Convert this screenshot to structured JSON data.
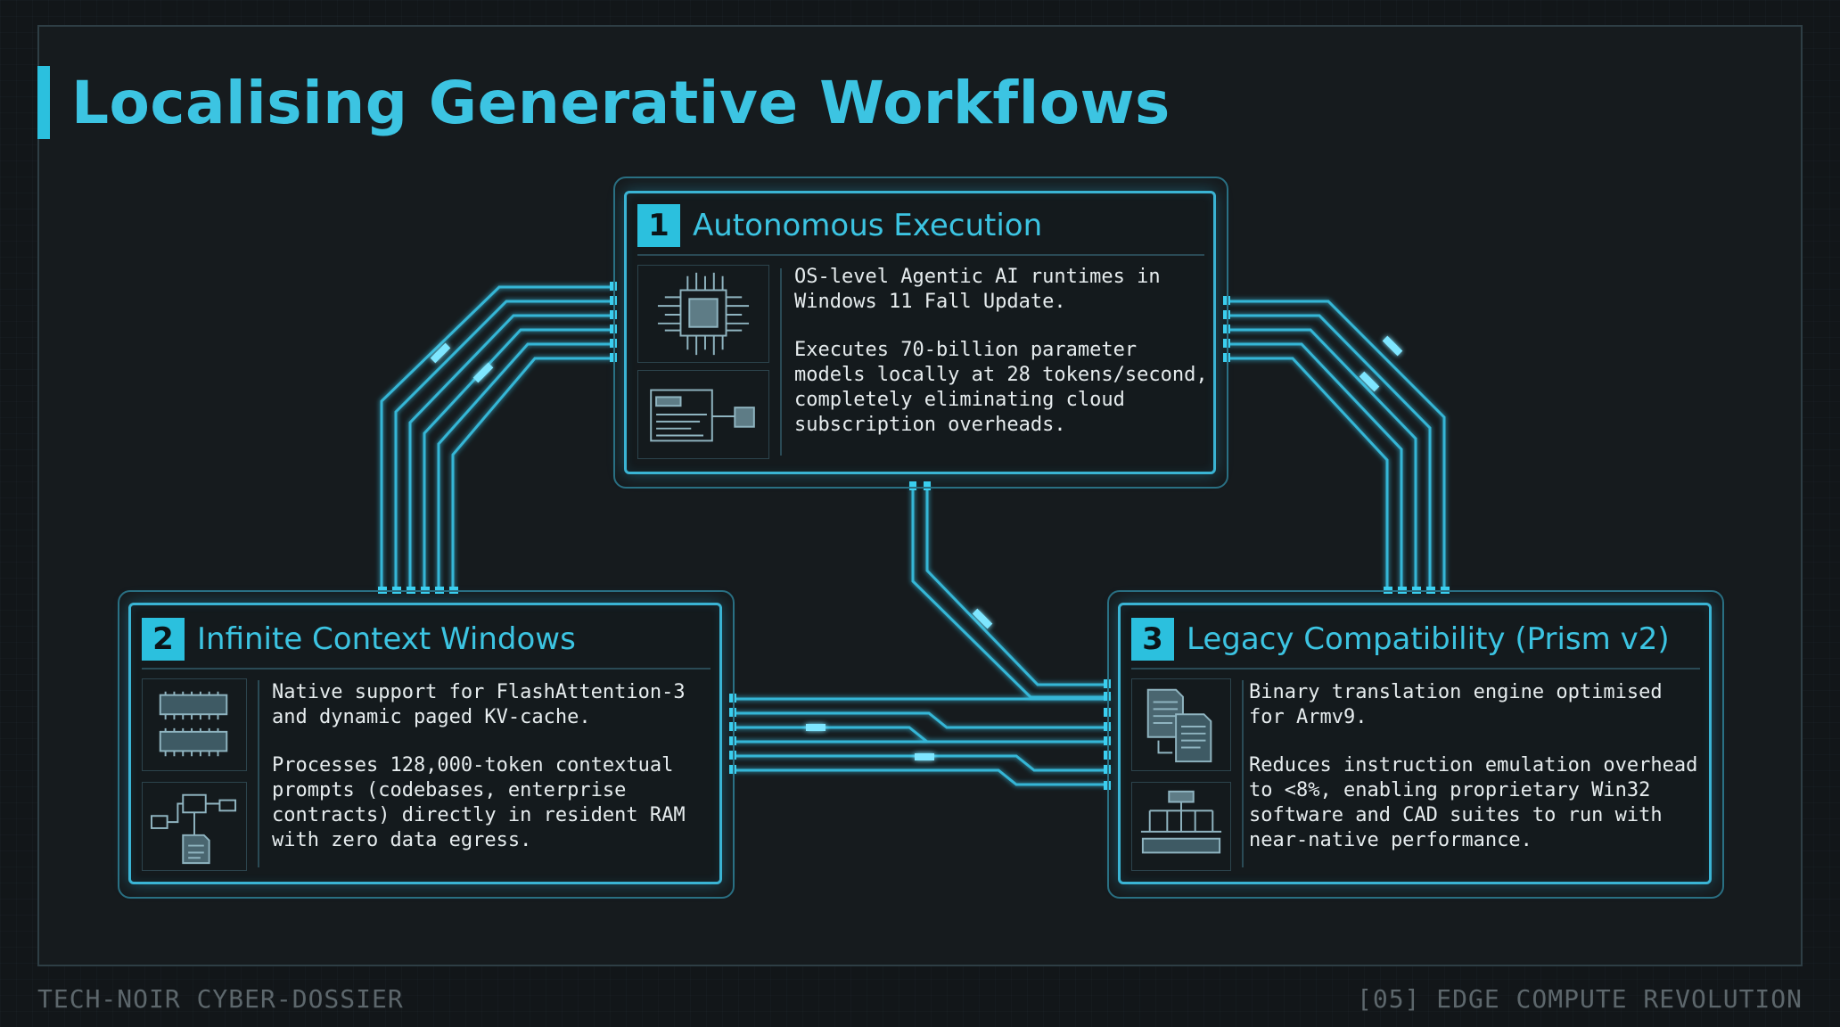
{
  "title": "Localising Generative Workflows",
  "footer": {
    "left": "TECH-NOIR CYBER-DOSSIER",
    "right": "[05] EDGE COMPUTE REVOLUTION"
  },
  "cards": [
    {
      "number": "1",
      "heading": "Autonomous Execution",
      "para1": "OS-level Agentic AI runtimes in\nWindows 11 Fall Update.",
      "para2": "Executes 70-billion parameter\nmodels locally at 28 tokens/second,\ncompletely eliminating cloud\nsubscription overheads.",
      "icons": [
        "cpu-chip-icon",
        "dashboard-chip-icon"
      ]
    },
    {
      "number": "2",
      "heading": "Infinite Context Windows",
      "para1": "Native support for FlashAttention-3\nand dynamic paged KV-cache.",
      "para2": "Processes 128,000-token contextual\nprompts (codebases, enterprise\ncontracts) directly in resident RAM\nwith zero data egress.",
      "icons": [
        "memory-module-icon",
        "document-flow-icon"
      ]
    },
    {
      "number": "3",
      "heading": "Legacy Compatibility (Prism v2)",
      "para1": "Binary translation engine optimised\nfor Armv9.",
      "para2": "Reduces instruction emulation overhead\nto <8%, enabling proprietary Win32\nsoftware and CAD suites to run with\nnear-native performance.",
      "icons": [
        "documents-icon",
        "translation-layers-icon"
      ]
    }
  ],
  "colors": {
    "accent": "#2bc0de",
    "background": "#121619",
    "border": "#3ab4d4",
    "text": "#e6ecee",
    "muted": "#5d676c"
  }
}
